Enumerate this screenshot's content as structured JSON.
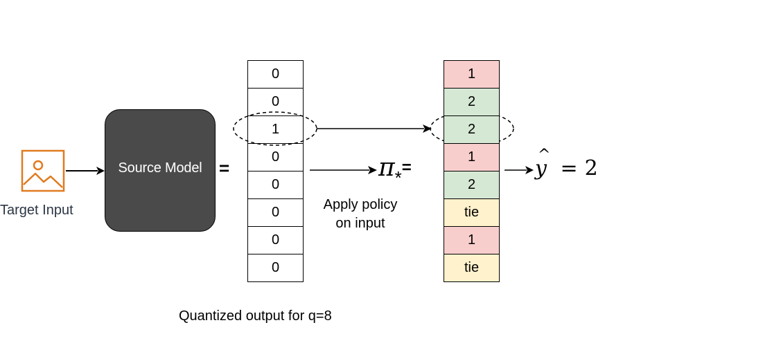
{
  "input": {
    "label": "Target Input",
    "icon": "image-icon"
  },
  "source_model": {
    "label": "Source Model"
  },
  "equals": "=",
  "quantized_output": {
    "cells": [
      "0",
      "0",
      "1",
      "0",
      "0",
      "0",
      "0",
      "0"
    ],
    "caption": "Quantized output for q=8"
  },
  "policy": {
    "symbol": "π",
    "subscript": "*",
    "equals": "=",
    "caption_line1": "Apply policy",
    "caption_line2": "on input",
    "cells": [
      {
        "value": "1",
        "color": "#f8cecc"
      },
      {
        "value": "2",
        "color": "#d5e8d4"
      },
      {
        "value": "2",
        "color": "#d5e8d4"
      },
      {
        "value": "1",
        "color": "#f8cecc"
      },
      {
        "value": "2",
        "color": "#d5e8d4"
      },
      {
        "value": "tie",
        "color": "#fff2cc"
      },
      {
        "value": "1",
        "color": "#f8cecc"
      },
      {
        "value": "tie",
        "color": "#fff2cc"
      }
    ]
  },
  "prediction": {
    "y": "y",
    "hat": "^",
    "equals": "=",
    "value": "2"
  },
  "colors": {
    "icon_orange": "#e07a1f",
    "model_fill": "#4a4a4a"
  }
}
